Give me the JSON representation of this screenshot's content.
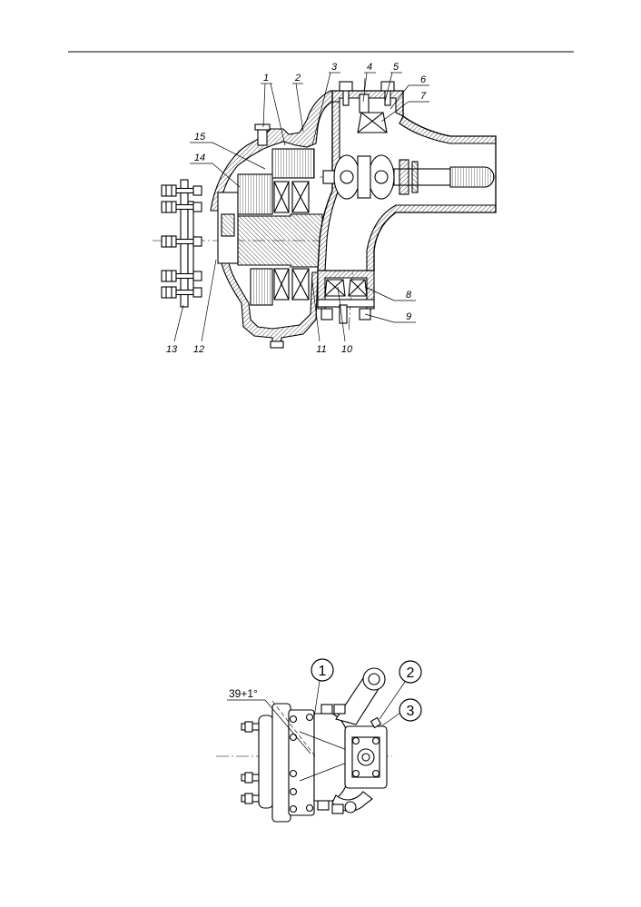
{
  "section_view": {
    "callouts": [
      "1",
      "2",
      "3",
      "4",
      "5",
      "6",
      "7",
      "8",
      "9",
      "10",
      "11",
      "12",
      "13",
      "14",
      "15"
    ]
  },
  "plan_view": {
    "callouts": [
      "1",
      "2",
      "3"
    ],
    "angle_dimension": "39+1°"
  }
}
